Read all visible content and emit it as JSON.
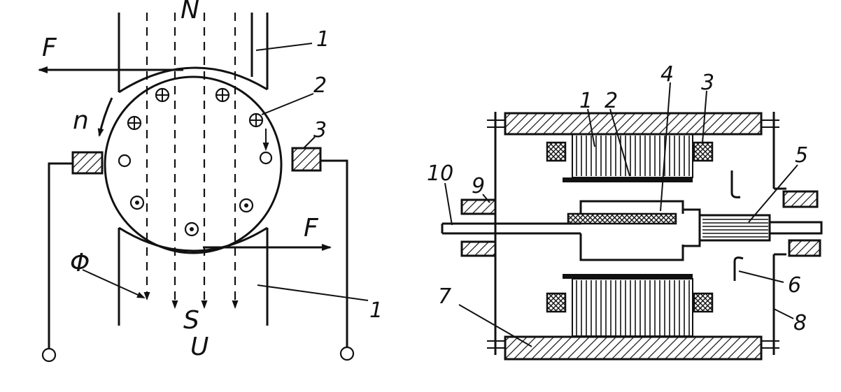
{
  "left_figure": {
    "pole_north": "N",
    "pole_south": "S",
    "force_top": "F",
    "force_bottom": "F",
    "rotation": "n",
    "flux": "Φ",
    "voltage": "U",
    "callouts": {
      "pole_top": "1",
      "conductor": "2",
      "brush": "3",
      "pole_bottom": "1"
    }
  },
  "right_figure": {
    "callouts": {
      "c1": "1",
      "c2": "2",
      "c4": "4",
      "c3": "3",
      "c5": "5",
      "c10": "10",
      "c9": "9",
      "c6": "6",
      "c7": "7",
      "c8": "8"
    }
  }
}
